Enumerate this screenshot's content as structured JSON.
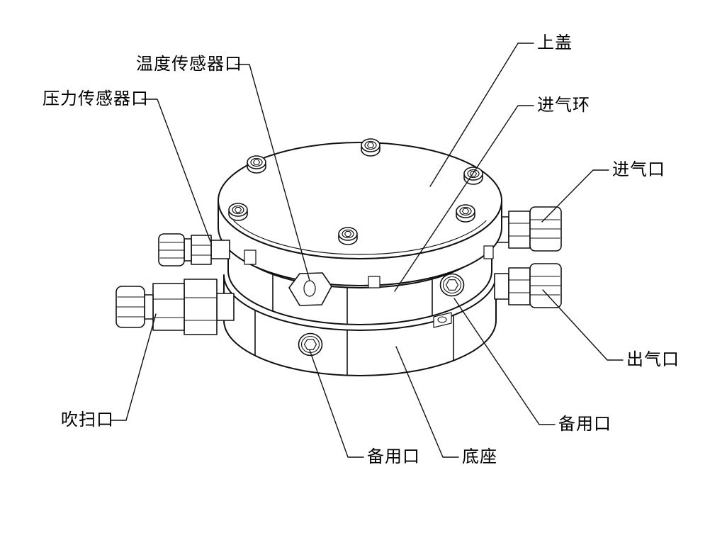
{
  "diagram": {
    "colors": {
      "line": "#111111",
      "background": "#ffffff"
    },
    "labels": [
      {
        "id": "temperature-sensor-port",
        "text": "温度传感器口"
      },
      {
        "id": "pressure-sensor-port",
        "text": "压力传感器口"
      },
      {
        "id": "top-cover",
        "text": "上盖"
      },
      {
        "id": "intake-ring",
        "text": "进气环"
      },
      {
        "id": "intake-port",
        "text": "进气口"
      },
      {
        "id": "outlet-port",
        "text": "出气口"
      },
      {
        "id": "spare-port-right",
        "text": "备用口"
      },
      {
        "id": "base",
        "text": "底座"
      },
      {
        "id": "spare-port-bottom",
        "text": "备用口"
      },
      {
        "id": "purge-port",
        "text": "吹扫口"
      }
    ]
  }
}
